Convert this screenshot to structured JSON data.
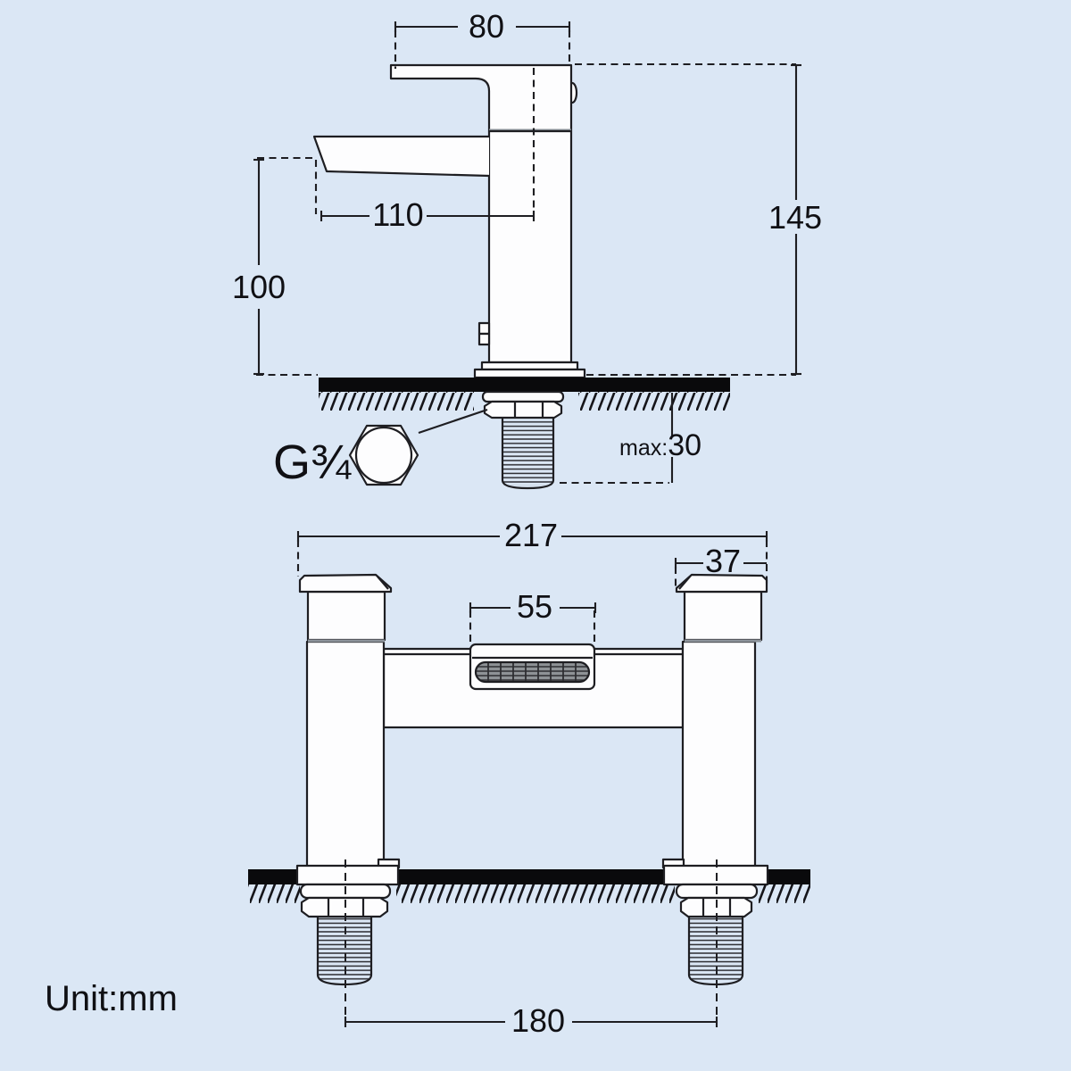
{
  "colors": {
    "background": "#dbe7f5",
    "line": "#1e1e22",
    "deck": "#0a0a0c",
    "seam": "#8d949b",
    "grille_fill": "#8e9296"
  },
  "unit_label": "Unit:mm",
  "top_view": {
    "dim_top_width": "80",
    "dim_spout_reach": "110",
    "dim_spout_height": "100",
    "dim_overall_height": "145",
    "max_thickness_prefix": "max:",
    "max_thickness_value": "30",
    "thread_label": "G¾"
  },
  "bottom_view": {
    "dim_overall_width": "217",
    "dim_pillar_width": "37",
    "dim_spout_width": "55",
    "dim_tail_centres": "180"
  }
}
